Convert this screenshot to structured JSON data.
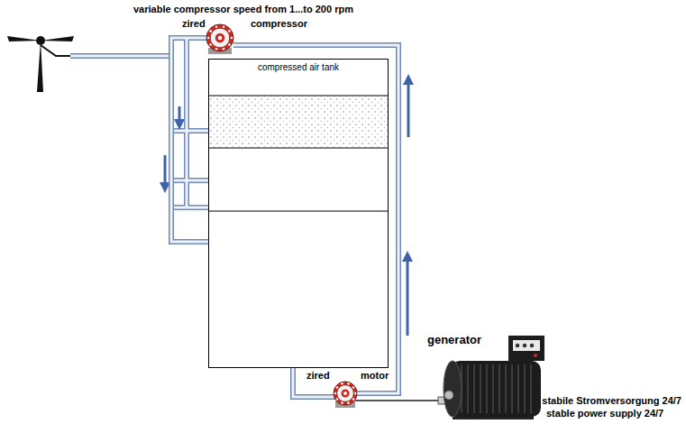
{
  "diagram": {
    "nodes": [
      {
        "text": [
          "zired",
          "compressor"
        ]
      },
      {
        "text": [
          "compressed air tank"
        ]
      },
      {
        "text": [
          "zired",
          "motor"
        ]
      },
      {
        "text": [
          "generator",
          "stabile Stromversorgung 24/7",
          "stable power supply 24/7"
        ]
      }
    ],
    "edges": [
      {
        "from": 0,
        "to": 1,
        "arrow": "none"
      },
      {
        "from": 1,
        "to": 2,
        "arrow": "none"
      },
      {
        "from": 2,
        "to": 0,
        "arrow": "none"
      },
      {
        "from": 2,
        "to": 3,
        "arrow": "none"
      }
    ],
    "labels": [
      "variable compressor speed from 1...to 200 rpm"
    ]
  }
}
